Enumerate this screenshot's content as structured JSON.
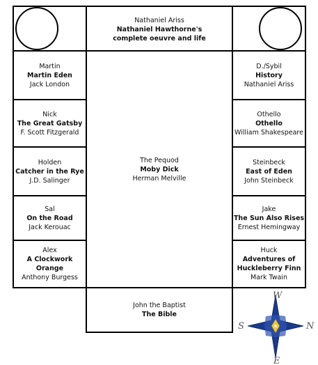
{
  "top": {
    "character": "Nathaniel Ariss",
    "title": "Nathaniel Hawthorne's complete oeuvre and life"
  },
  "center": {
    "character": "The Pequod",
    "title": "Moby Dick",
    "author": "Herman Melville"
  },
  "bottom": {
    "character": "John the Baptist",
    "title": "The Bible"
  },
  "left": [
    {
      "character": "Martin",
      "title": "Martin Eden",
      "author": "Jack London"
    },
    {
      "character": "Nick",
      "title": "The Great Gatsby",
      "author": "F. Scott Fitzgerald"
    },
    {
      "character": "Holden",
      "title": "Catcher in the Rye",
      "author": "J.D. Salinger"
    },
    {
      "character": "Sal",
      "title": "On the Road",
      "author": "Jack Kerouac"
    },
    {
      "character": "Alex",
      "title": "A Clockwork Orange",
      "author": "Anthony Burgess"
    }
  ],
  "right": [
    {
      "character": "D./Sybil",
      "title": "History",
      "author": "Nathaniel Ariss"
    },
    {
      "character": "Othello",
      "title": "Othello",
      "author": "William Shakespeare"
    },
    {
      "character": "Steinbeck",
      "title": "East of Eden",
      "author": "John Steinbeck"
    },
    {
      "character": "Jake",
      "title": "The Sun Also Rises",
      "author": "Ernest Hemingway"
    },
    {
      "character": "Huck",
      "title": "Adventures of Huckleberry Finn",
      "author": "Mark Twain"
    }
  ],
  "compass": {
    "north": "W",
    "south": "E",
    "west": "S",
    "east": "N"
  },
  "colors": {
    "compass_star": "#1a3a8c",
    "compass_center": "#e8c840"
  }
}
